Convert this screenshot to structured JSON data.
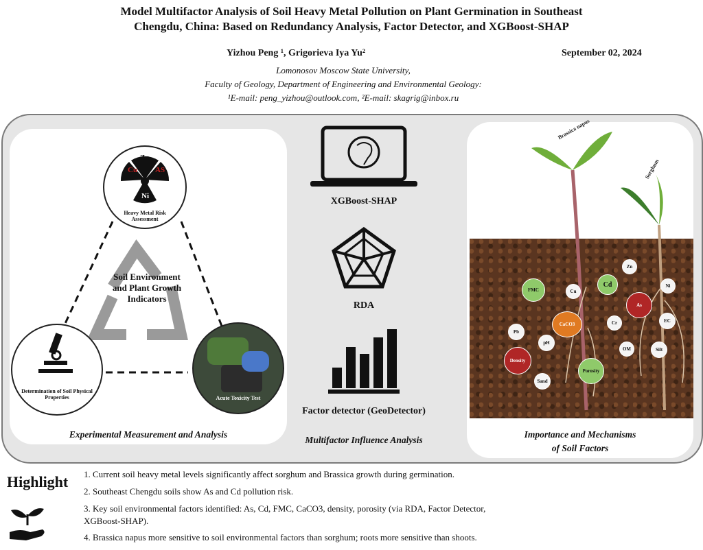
{
  "header": {
    "title_line1": "Model Multifactor Analysis of Soil Heavy Metal Pollution on Plant Germination in Southeast",
    "title_line2": "Chengdu, China: Based on Redundancy Analysis, Factor Detector, and XGBoost-SHAP",
    "authors": "Yizhou Peng ¹, Grigorieva Iya Yu²",
    "date": "September 02, 2024",
    "affiliation_line1": "Lomonosov Moscow State University,",
    "affiliation_line2": "Faculty of Geology, Department of Engineering and Environmental Geology:",
    "affiliation_line3": "¹E-mail: peng_yizhou@outlook.com, ²E-mail: skagrig@inbox.ru"
  },
  "left_panel": {
    "top_circle": {
      "elements": [
        "Zn",
        "Cu",
        "AS",
        "Ni"
      ],
      "caption": "Heavy Metal Risk Assessment"
    },
    "center_text": "Soil Environment and Plant Growth Indicators",
    "left_circle_caption": "Determination of Soil Physical Properties",
    "right_circle_caption": "Acute Toxicity Test",
    "caption": "Experimental Measurement and Analysis"
  },
  "middle_panel": {
    "xgboost_label": "XGBoost-SHAP",
    "rda_label": "RDA",
    "factor_label": "Factor detector (GeoDetector)",
    "caption": "Multifactor Influence Analysis"
  },
  "right_panel": {
    "plant1": "Brassica napus",
    "plant2": "Sorghum",
    "bubbles": [
      "FMC",
      "Cd",
      "As",
      "CaCO3",
      "Density",
      "Porosity",
      "Zn",
      "Cu",
      "Ni",
      "Pb",
      "pH",
      "Cr",
      "EC",
      "OM",
      "Sand",
      "Silt"
    ],
    "caption_line1": "Importance and Mechanisms",
    "caption_line2": "of Soil Factors"
  },
  "highlights": {
    "heading": "Highlight",
    "items": [
      "1. Current soil heavy metal levels significantly affect sorghum and Brassica growth during germination.",
      "2. Southeast Chengdu soils show As and Cd pollution risk.",
      "3. Key soil environmental factors identified: As, Cd, FMC, CaCO3, density, porosity (via RDA, Factor    Detector,",
      "XGBoost-SHAP).",
      "4. Brassica napus more sensitive to soil environmental factors than sorghum; roots more sensitive than shoots."
    ]
  },
  "colors": {
    "panel_bg": "#e6e6e6",
    "soil": "#5a3520",
    "risk_red": "#b02626",
    "leaf_green": "#6fae3a"
  }
}
